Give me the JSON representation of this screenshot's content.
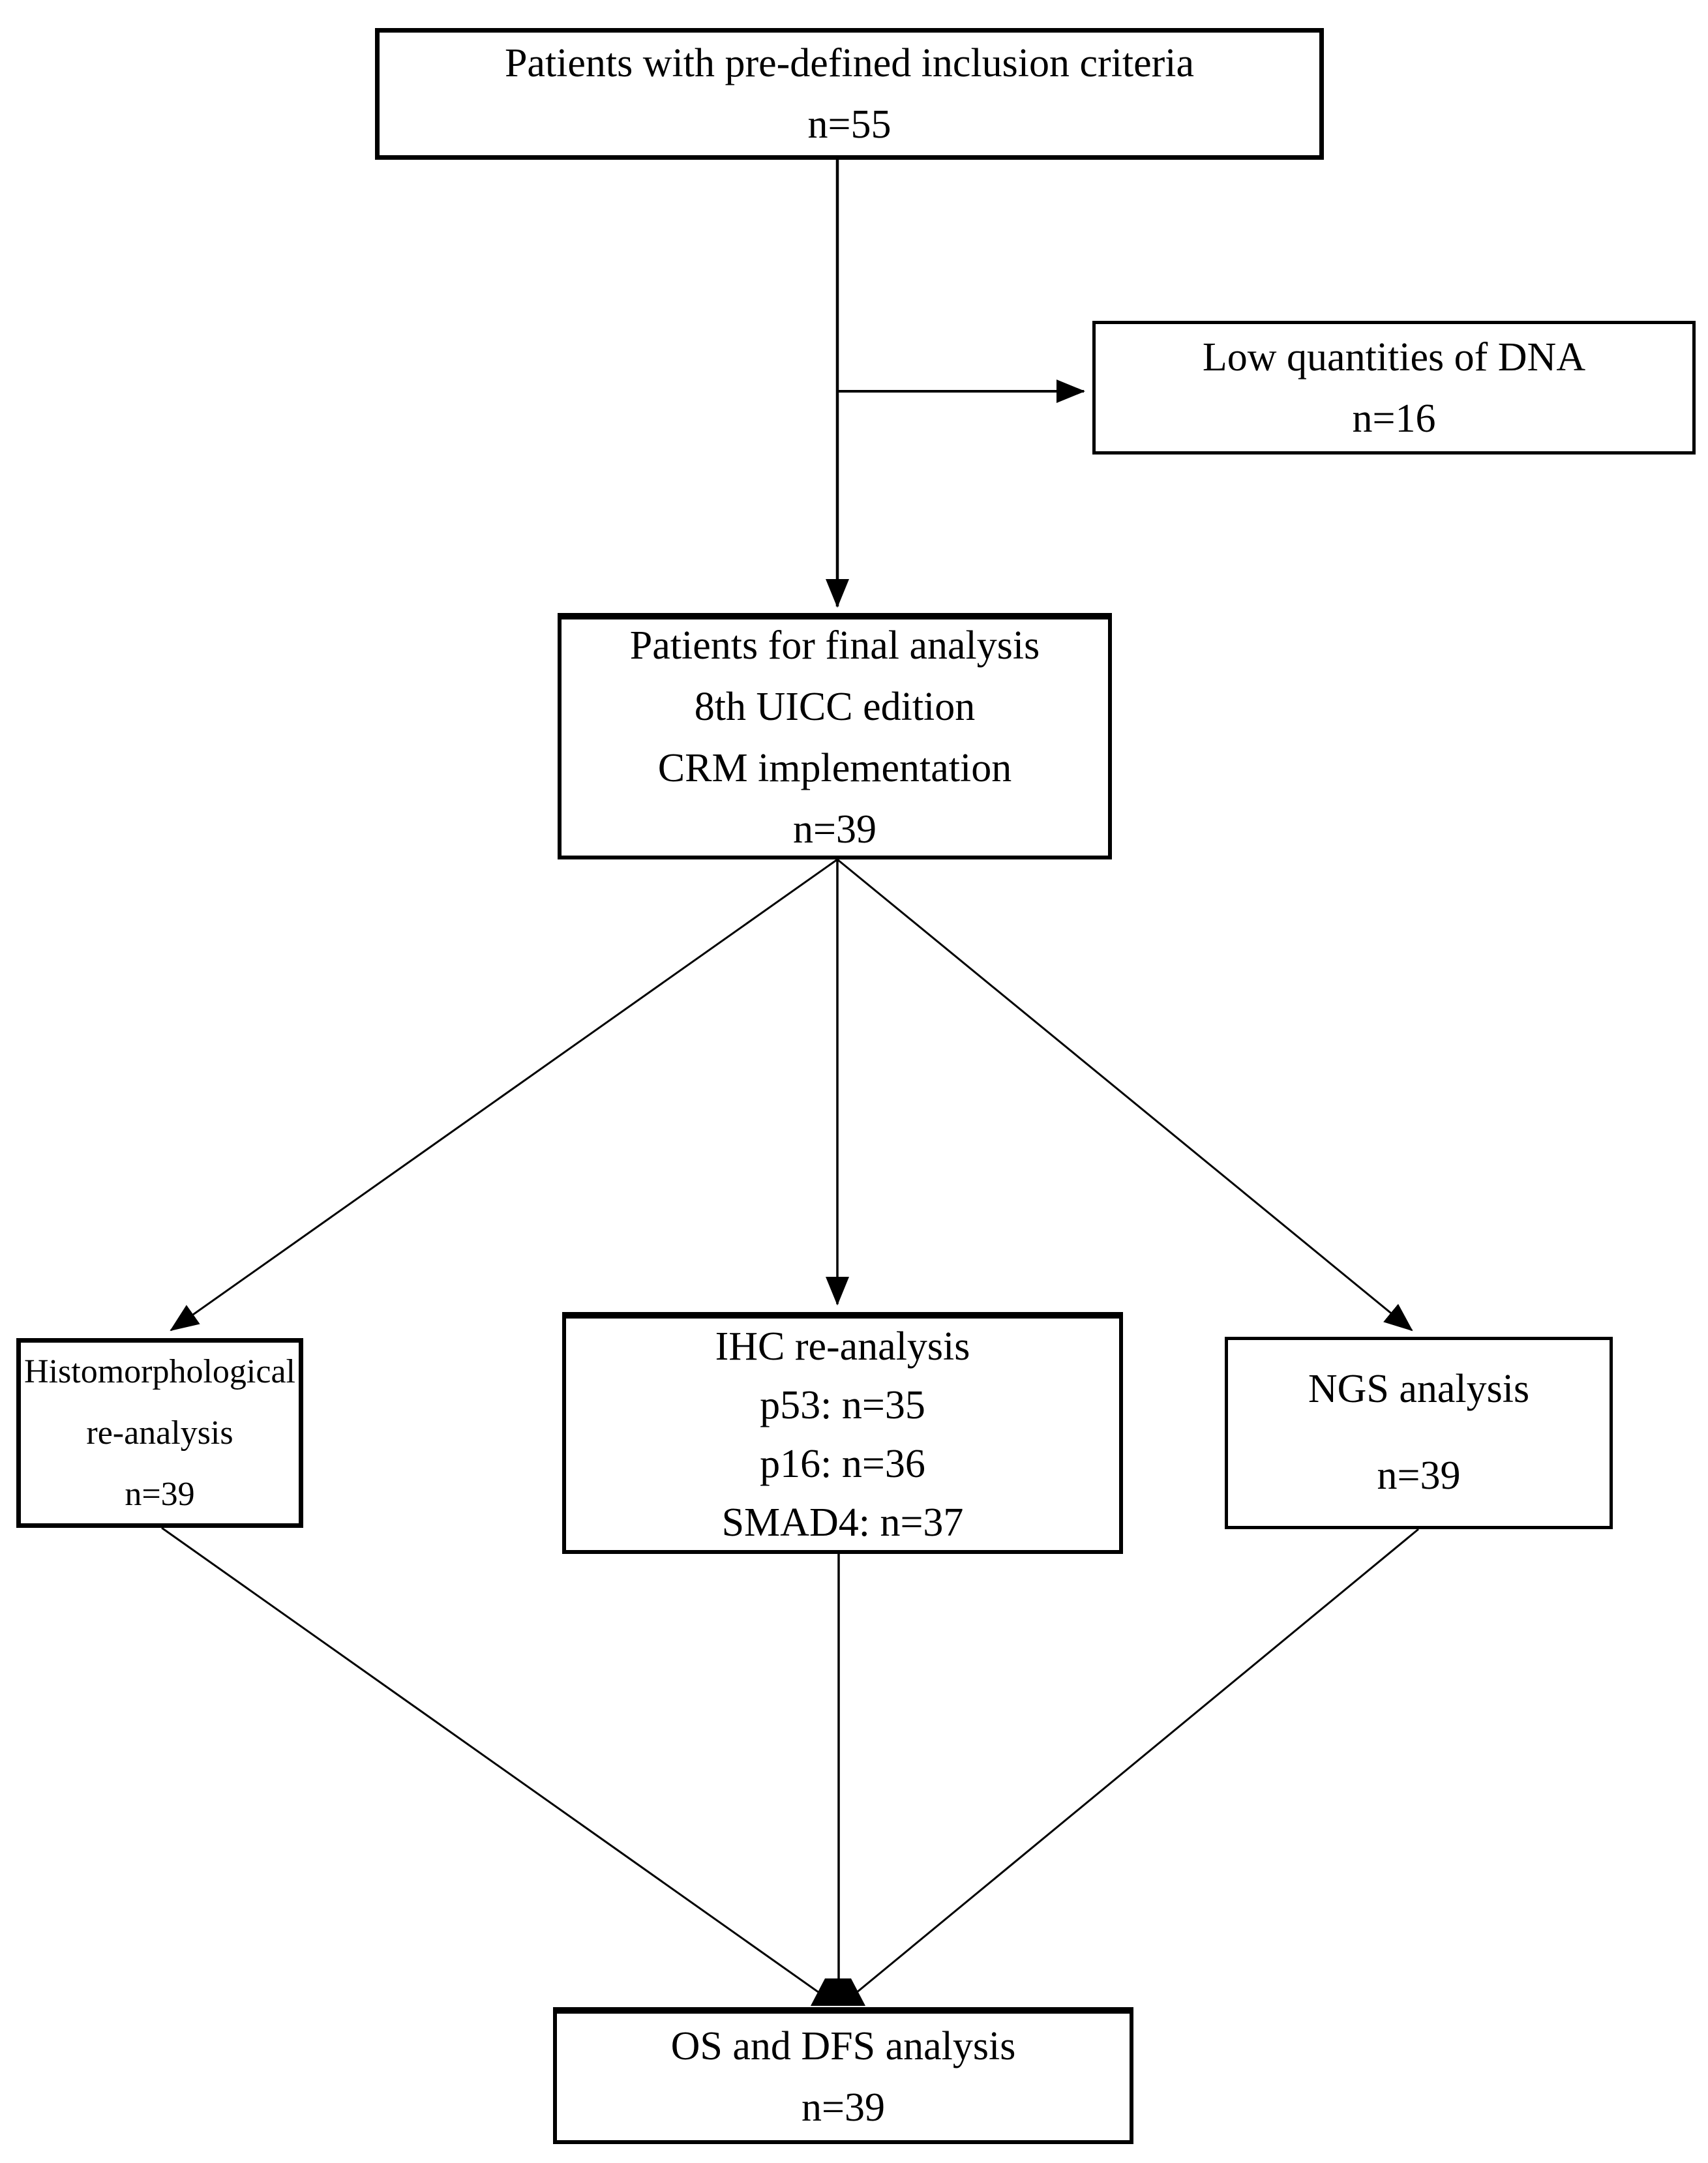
{
  "figure": {
    "type": "flowchart",
    "background_color": "#ffffff",
    "line_color": "#000000",
    "text_color": "#000000"
  },
  "nodes": {
    "inclusion": {
      "lines": [
        "Patients with pre-defined inclusion criteria",
        "n=55"
      ]
    },
    "excluded": {
      "lines": [
        "Low quantities of DNA",
        "n=16"
      ]
    },
    "final": {
      "lines": [
        "Patients for final analysis",
        "8th UICC edition",
        "CRM implementation",
        "n=39"
      ]
    },
    "histo": {
      "lines": [
        "Histomorphological",
        "re-analysis",
        "n=39"
      ]
    },
    "ihc": {
      "lines": [
        "IHC re-analysis",
        "p53: n=35",
        "p16: n=36",
        "SMAD4: n=37"
      ]
    },
    "ngs": {
      "lines": [
        "NGS analysis",
        "n=39"
      ]
    },
    "os": {
      "lines": [
        "OS and DFS analysis",
        "n=39"
      ]
    }
  },
  "edges": [
    {
      "from": "inclusion",
      "to": "final",
      "type": "arrow"
    },
    {
      "from": "inclusion",
      "to": "excluded",
      "type": "arrow"
    },
    {
      "from": "final",
      "to": "histo",
      "type": "arrow"
    },
    {
      "from": "final",
      "to": "ihc",
      "type": "arrow"
    },
    {
      "from": "final",
      "to": "ngs",
      "type": "arrow"
    },
    {
      "from": "histo",
      "to": "os",
      "type": "converge-arrow"
    },
    {
      "from": "ihc",
      "to": "os",
      "type": "converge-arrow"
    },
    {
      "from": "ngs",
      "to": "os",
      "type": "converge-arrow"
    }
  ]
}
